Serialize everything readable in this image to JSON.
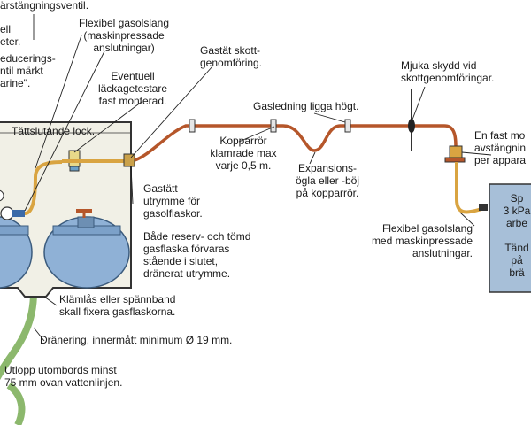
{
  "colors": {
    "gas_pipe": "#d9a441",
    "copper_pipe": "#b5562a",
    "cabinet_fill": "#f1f0e6",
    "cabinet_stroke": "#333333",
    "tank_fill": "#8fb1d6",
    "drain_hose": "#8cb86d",
    "appliance_fill": "#a7bfd8"
  },
  "labels": {
    "top_shutoff": "ärstängningsventil.",
    "left_partial_1": "ell\neter.",
    "left_partial_2": "educerings-\nntil märkt\narine\".",
    "flex_hose_top": "Flexibel gasolslang\n(maskinpressade\nanslutningar)",
    "leak_tester": "Eventuell\nläckagetestare\nfast monterad.",
    "bulkhead": "Gastät skott-\ngenomföring.",
    "soft_protection": "Mjuka skydd vid\nskottgenomföringar.",
    "pipe_high": "Gasledning ligga högt.",
    "fixed_valve": "En fast mo\navstängnin\nper appara",
    "tight_lid": "Tättslutande lock.",
    "copper_clamped": "Kopparrör\nklamrade max\nvarje 0,5 m.",
    "expansion_loop": "Expansions-\nögla eller -böj\npå kopparrör.",
    "gas_tight_space": "Gastätt\nutrymme för\ngasolflaskor.",
    "storage_note": "Både reserv- och tömd\ngasflaska förvaras\nstående i slutet,\ndränerat utrymme.",
    "flex_hose_right": "Flexibel gasolslang\nmed maskinpressade\nanslutningar.",
    "appliance": "Sp\n3 kPa\narbe\n\nTänd\npå\nbrä",
    "clamp_note": "Klämlås eller spännband\nskall fixera gasflaskorna.",
    "drainage": "Dränering, innermått minimum Ø 19 mm.",
    "outlet": "Utlopp utombords minst\n75 mm ovan vattenlinjen."
  }
}
